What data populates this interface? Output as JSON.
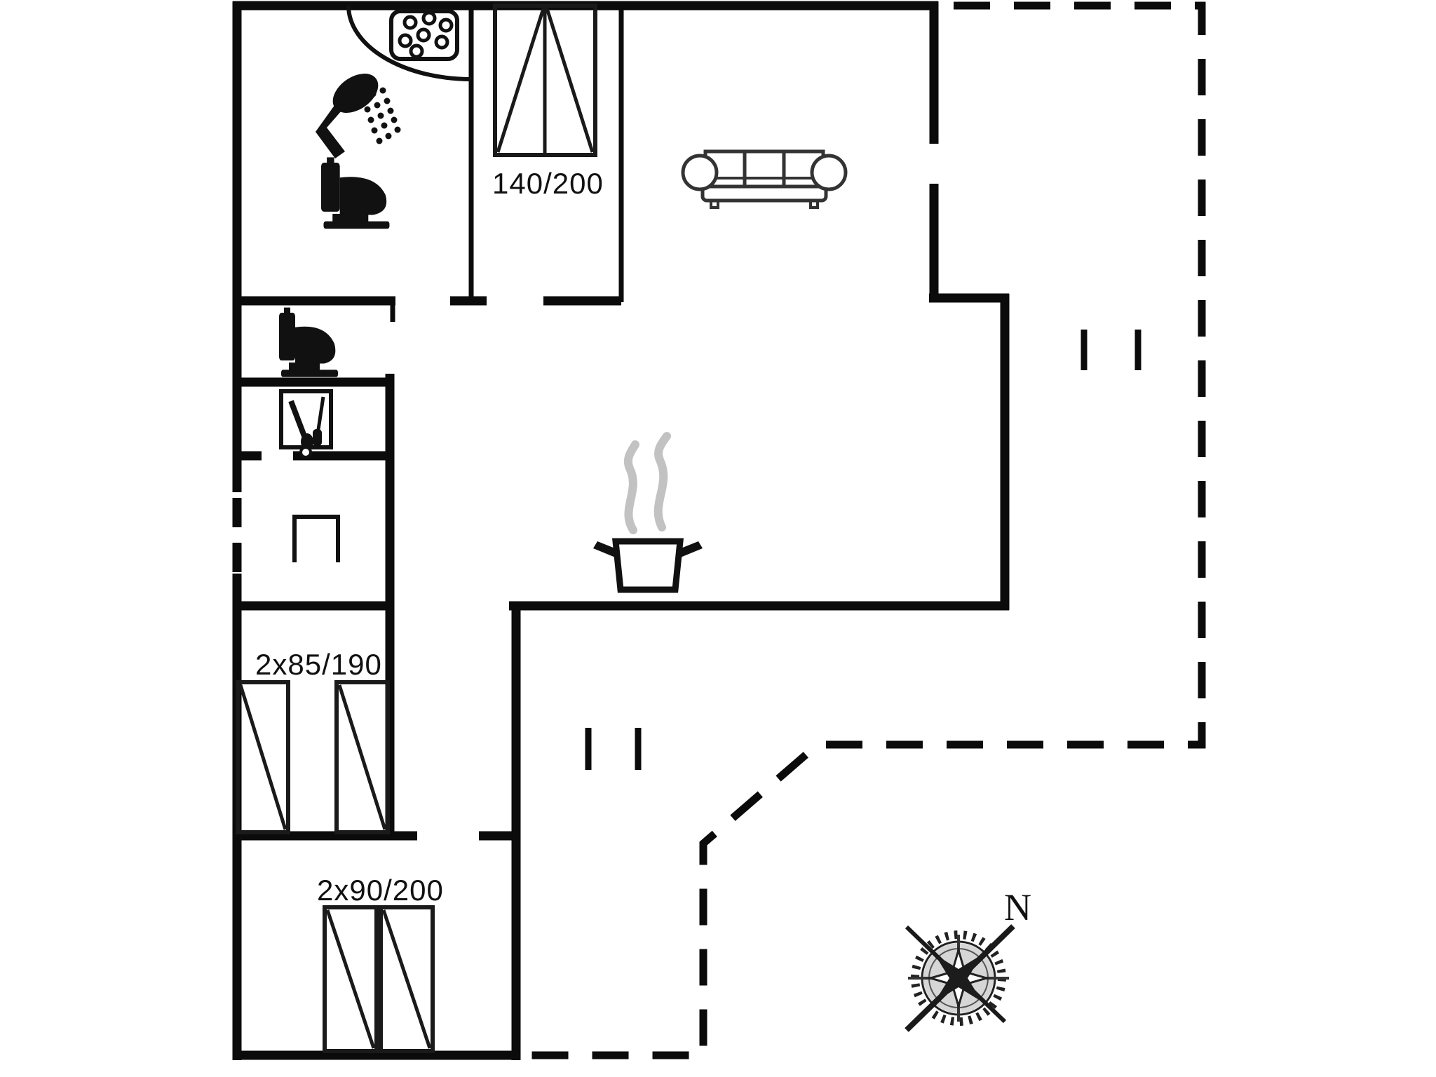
{
  "page": {
    "type": "floor-plan",
    "background": "#ffffff",
    "wall_color": "#0b0b0b",
    "furniture_line_color": "#1a1a1a",
    "steam_color": "#c2c2c2",
    "compass_color": "#222222"
  },
  "plan": {
    "labels": {
      "double_bed": "140/200",
      "twin_beds_small": "2x85/190",
      "twin_beds_large": "2x90/200",
      "compass_north": "N"
    },
    "rooms": {
      "bathroom_icons": [
        "shower-icon",
        "shower-tray-icon",
        "toilet-icon"
      ],
      "wc_icons": [
        "toilet-icon"
      ],
      "utility_icons": [
        "cleaning-closet-icon",
        "wardrobe-icon"
      ],
      "kitchen_icons": [
        "cooking-pot-icon"
      ],
      "living_icons": [
        "sofa-icon"
      ],
      "bedroom_icons": [
        "double-bed-icon",
        "single-beds-icon",
        "single-beds-icon"
      ],
      "outdoor_icons": [
        "compass-rose-icon"
      ]
    },
    "boundary": {
      "solid_wall_style": "thick black",
      "terrace_style": "dashed"
    }
  }
}
